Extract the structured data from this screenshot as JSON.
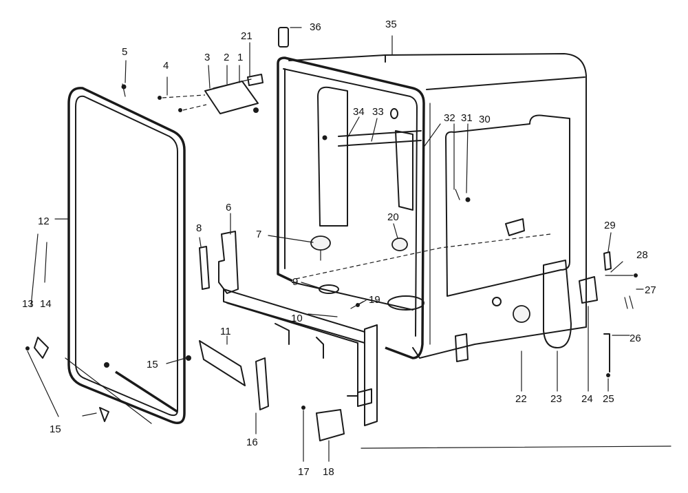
{
  "part_numbers": [
    "1",
    "2",
    "3",
    "4",
    "5",
    "6",
    "7",
    "8",
    "9",
    "10",
    "11",
    "12",
    "13",
    "14",
    "15",
    "15",
    "16",
    "17",
    "18",
    "19",
    "20",
    "21",
    "22",
    "23",
    "24",
    "25",
    "26",
    "27",
    "28",
    "29",
    "30",
    "31",
    "32",
    "33",
    "34",
    "35",
    "36"
  ]
}
